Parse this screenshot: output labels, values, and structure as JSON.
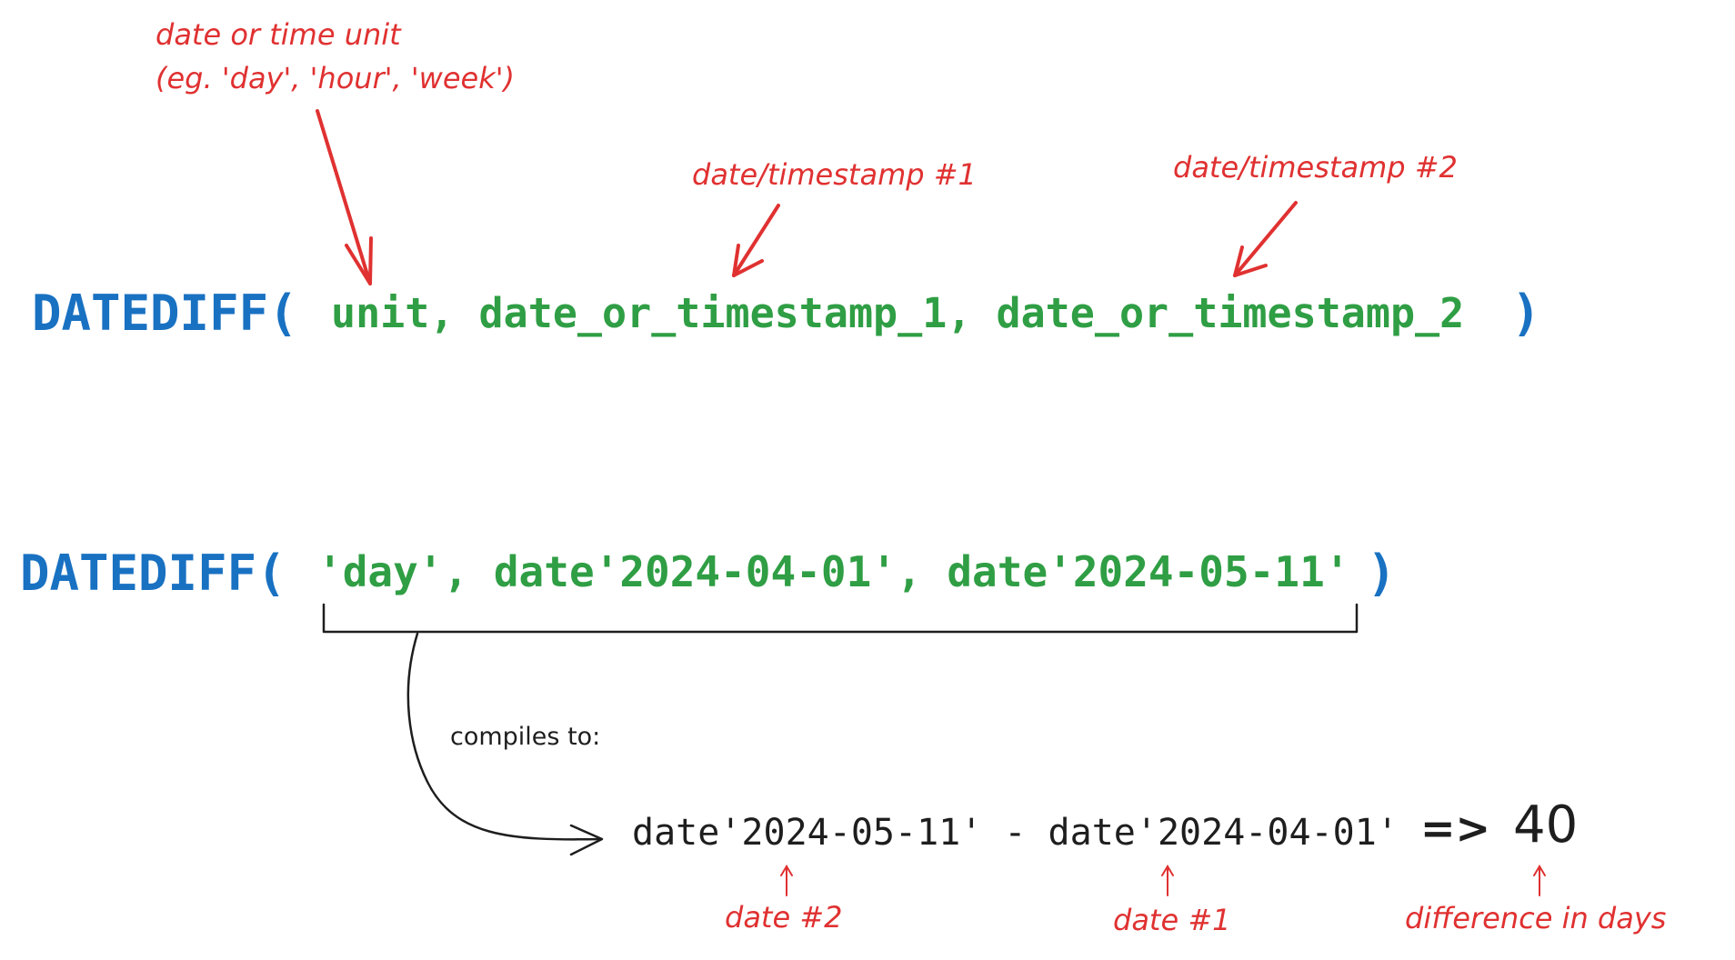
{
  "colors": {
    "function": "#1971c2",
    "argument": "#2f9e44",
    "annotation": "#e03131",
    "ink": "#1e1e1e"
  },
  "syntax": {
    "function": "DATEDIFF(",
    "args": "unit, date_or_timestamp_1, date_or_timestamp_2",
    "close": ")"
  },
  "annotations": {
    "unit_line1": "date or time unit",
    "unit_line2": "(eg. 'day', 'hour', 'week')",
    "ts1": "date/timestamp #1",
    "ts2": "date/timestamp #2"
  },
  "example": {
    "function": "DATEDIFF(",
    "args": "'day', date'2024-04-01', date'2024-05-11'",
    "close": ")"
  },
  "compiles_label": "compiles to:",
  "result": {
    "expression": "date'2024-05-11' - date'2024-04-01'",
    "arrow": "=>",
    "value": "40"
  },
  "result_labels": {
    "date2": "date #2",
    "date1": "date #1",
    "difference": "difference in days"
  }
}
